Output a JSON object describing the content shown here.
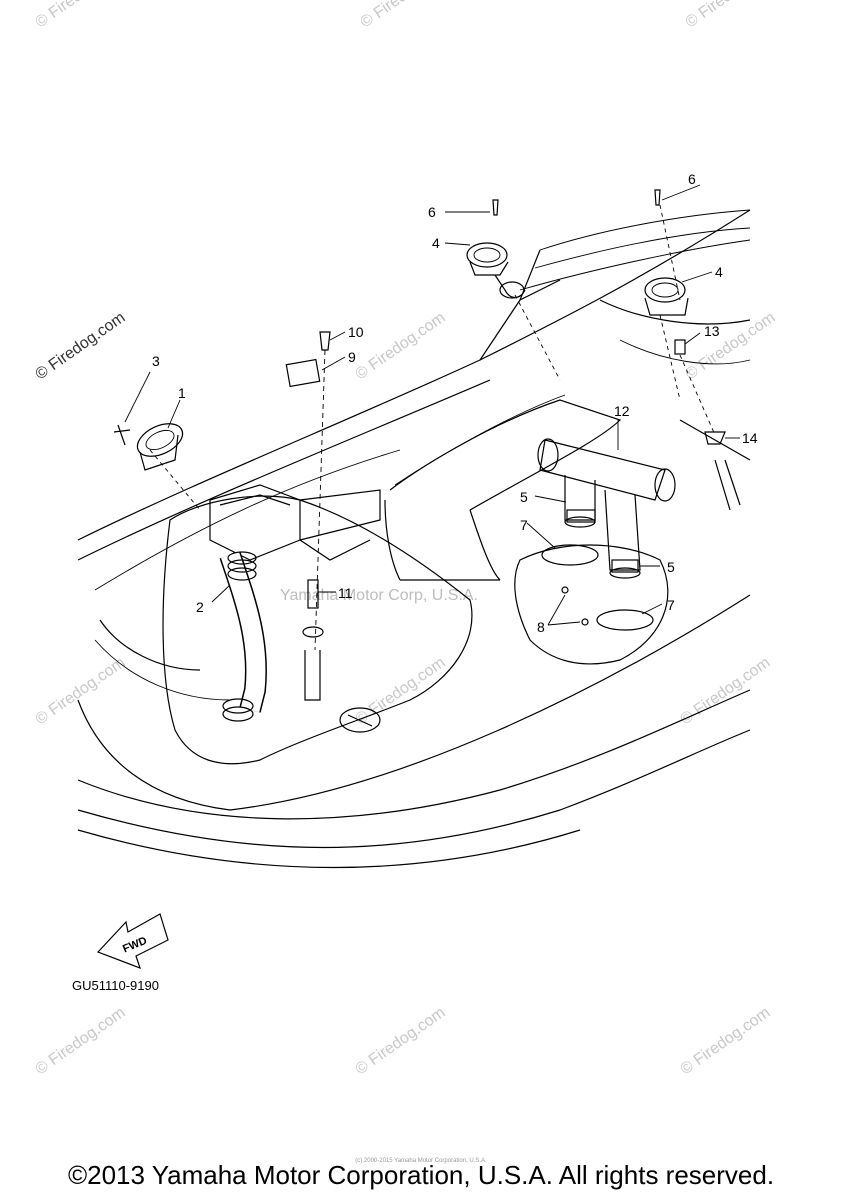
{
  "callouts": {
    "c1": "1",
    "c2": "2",
    "c3": "3",
    "c4a": "4",
    "c4b": "4",
    "c5a": "5",
    "c5b": "5",
    "c6a": "6",
    "c6b": "6",
    "c7a": "7",
    "c7b": "7",
    "c8": "8",
    "c9": "9",
    "c10": "10",
    "c11": "11",
    "c12": "12",
    "c13": "13",
    "c14": "14"
  },
  "watermarks": {
    "firedog": "© Firedog.com",
    "yamaha": "Yamaha Motor Corp, U.S.A."
  },
  "diagram_code": "GU51110-9190",
  "fwd_label": "FWD",
  "small_copyright": "(c) 2000-2015 Yamaha Motor Corporation, U.S.A.",
  "footer": "©2013 Yamaha Motor Corporation, U.S.A. All rights reserved."
}
